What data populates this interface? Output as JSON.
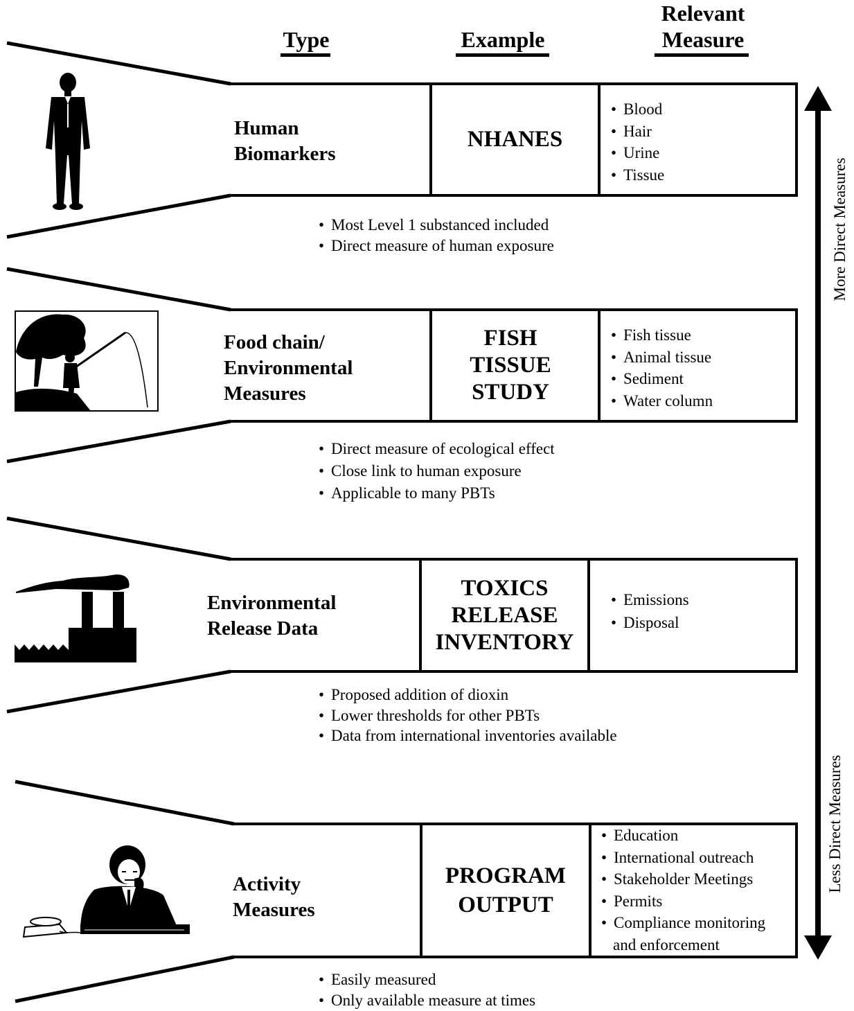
{
  "headers": {
    "type": "Type",
    "example": "Example",
    "relevant": "Relevant",
    "measure": "Measure"
  },
  "rows": [
    {
      "type_line1": "Human",
      "type_line2": "Biomarkers",
      "type_line3": "",
      "example_lines": [
        "NHANES"
      ],
      "measures": [
        "Blood",
        "Hair",
        "Urine",
        "Tissue"
      ],
      "notes": [
        "Most Level 1 substanced included",
        "Direct measure of human exposure"
      ],
      "icon": "businessman-standing-icon"
    },
    {
      "type_line1": "Food chain/",
      "type_line2": "Environmental",
      "type_line3": "Measures",
      "example_lines": [
        "FISH",
        "TISSUE",
        "STUDY"
      ],
      "measures": [
        "Fish tissue",
        "Animal tissue",
        "Sediment",
        "Water column"
      ],
      "notes": [
        "Direct measure of ecological effect",
        "Close link to human exposure",
        "Applicable to many PBTs"
      ],
      "icon": "fisherman-icon"
    },
    {
      "type_line1": "Environmental",
      "type_line2": "Release Data",
      "type_line3": "",
      "example_lines": [
        "TOXICS",
        "RELEASE",
        "INVENTORY"
      ],
      "measures": [
        "Emissions",
        "Disposal"
      ],
      "notes": [
        "Proposed addition of dioxin",
        "Lower thresholds for other PBTs",
        "Data from international inventories available"
      ],
      "icon": "factory-smokestack-icon"
    },
    {
      "type_line1": "Activity",
      "type_line2": "Measures",
      "type_line3": "",
      "example_lines": [
        "PROGRAM",
        "OUTPUT"
      ],
      "measures": [
        "Education",
        "International outreach",
        "Stakeholder Meetings",
        "Permits",
        "Compliance monitoring"
      ],
      "measure_continuation": "and enforcement",
      "notes": [
        "Easily measured",
        "Only available measure at times"
      ],
      "icon": "man-on-telephone-icon"
    }
  ],
  "axis": {
    "top_label": "More Direct Measures",
    "bottom_label": "Less Direct Measures"
  },
  "colors": {
    "ink": "#000000",
    "background": "#ffffff"
  }
}
